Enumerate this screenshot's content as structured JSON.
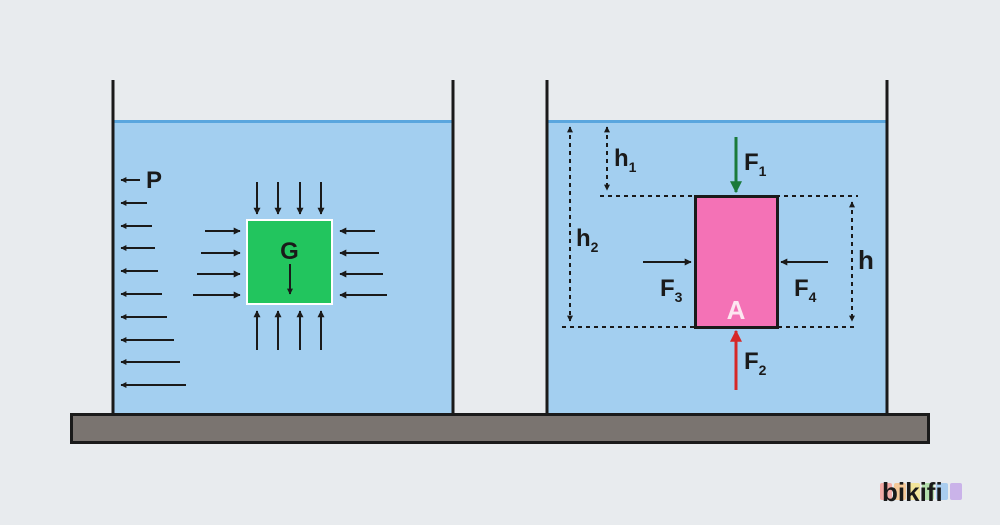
{
  "labels": {
    "pressure": "P",
    "gravity": "G",
    "h1": "h",
    "h1_sub": "1",
    "h2": "h",
    "h2_sub": "2",
    "h": "h",
    "f1": "F",
    "f1_sub": "1",
    "f2": "F",
    "f2_sub": "2",
    "f3": "F",
    "f3_sub": "3",
    "f4": "F",
    "f4_sub": "4",
    "block": "A"
  },
  "logo": {
    "text": "bikifi"
  },
  "colors": {
    "background": "#e8ebee",
    "water": "#a3cff0",
    "water_surface": "#5aa6de",
    "table": "#7a7470",
    "cube": "#22c55e",
    "block": "#f472b6",
    "arrow_down_f1": "#1a7a3a",
    "arrow_up_f2": "#d62828"
  }
}
